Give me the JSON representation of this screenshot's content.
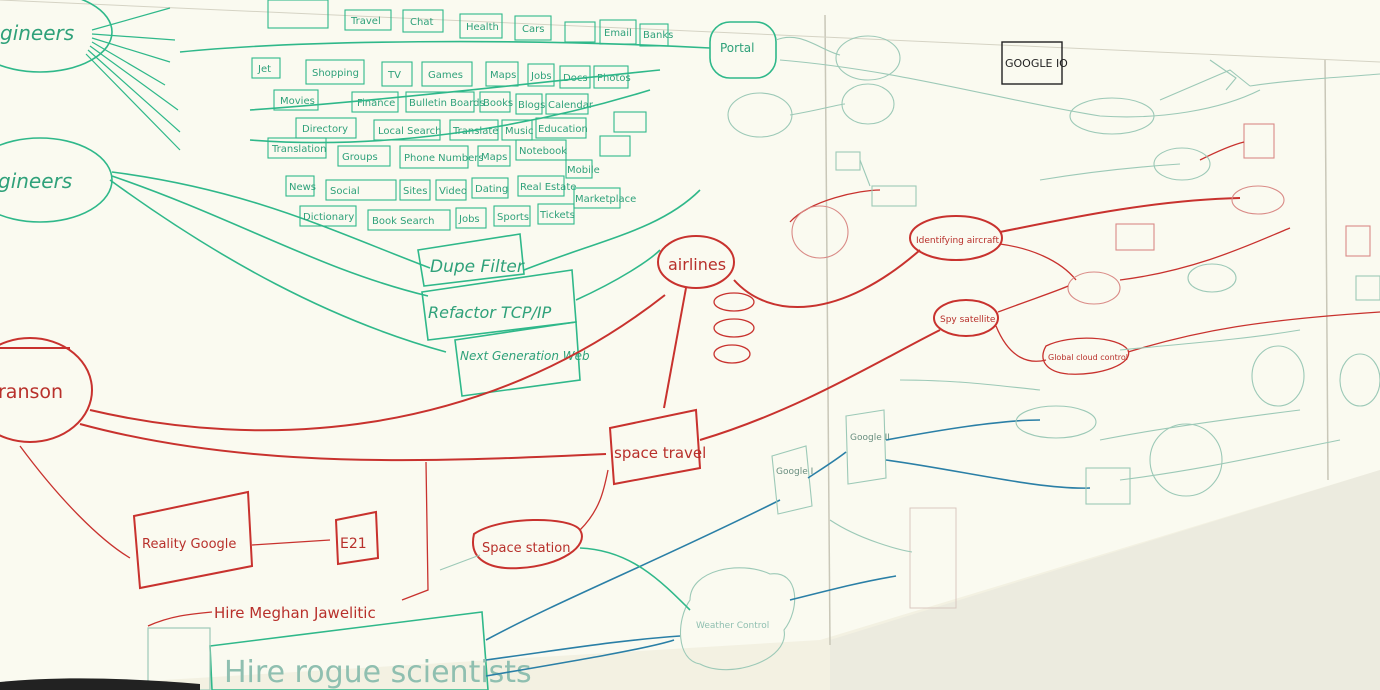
{
  "labels": {
    "engineers": "gineers",
    "engineers2": "gineers",
    "branson": "ranson",
    "portal": "Portal",
    "google_io": "GOOGLE IO",
    "dupe_filter": "Dupe Filter",
    "refactor": "Refactor TCP/IP",
    "next_gen": "Next Generation Web",
    "airlines": "airlines",
    "space_travel": "space travel",
    "space_station": "Space station",
    "reality_google": "Reality Google",
    "e21": "E21",
    "hire_meghan": "Hire Meghan Jawelitic",
    "hire_scientists": "Hire rogue scientists",
    "identifying_aircraft": "Identifying aircraft",
    "spy_satellite": "Spy satellite",
    "global_cloud_control": "Global cloud control",
    "weather_control": "Weather Control",
    "google_i": "Google I",
    "google_ii": "Google II"
  },
  "product_boxes": [
    "Travel",
    "Chat",
    "Health",
    "Cars",
    "Email",
    "Banks",
    "Jet",
    "Shopping",
    "TV",
    "Games",
    "Maps",
    "Jobs",
    "Docs",
    "Photos",
    "Movies",
    "Finance",
    "Bulletin Boards",
    "Books",
    "Blogs",
    "Calendar",
    "Directory",
    "Local Search",
    "Translate",
    "Music",
    "Education",
    "Translation",
    "Groups",
    "Phone Numbers",
    "Maps",
    "Notebook",
    "News",
    "Social",
    "Sites",
    "Video",
    "Dating",
    "Real Estate",
    "Mobile",
    "Dictionary",
    "Book Search",
    "Jobs",
    "Sports",
    "Tickets",
    "Marketplace"
  ]
}
